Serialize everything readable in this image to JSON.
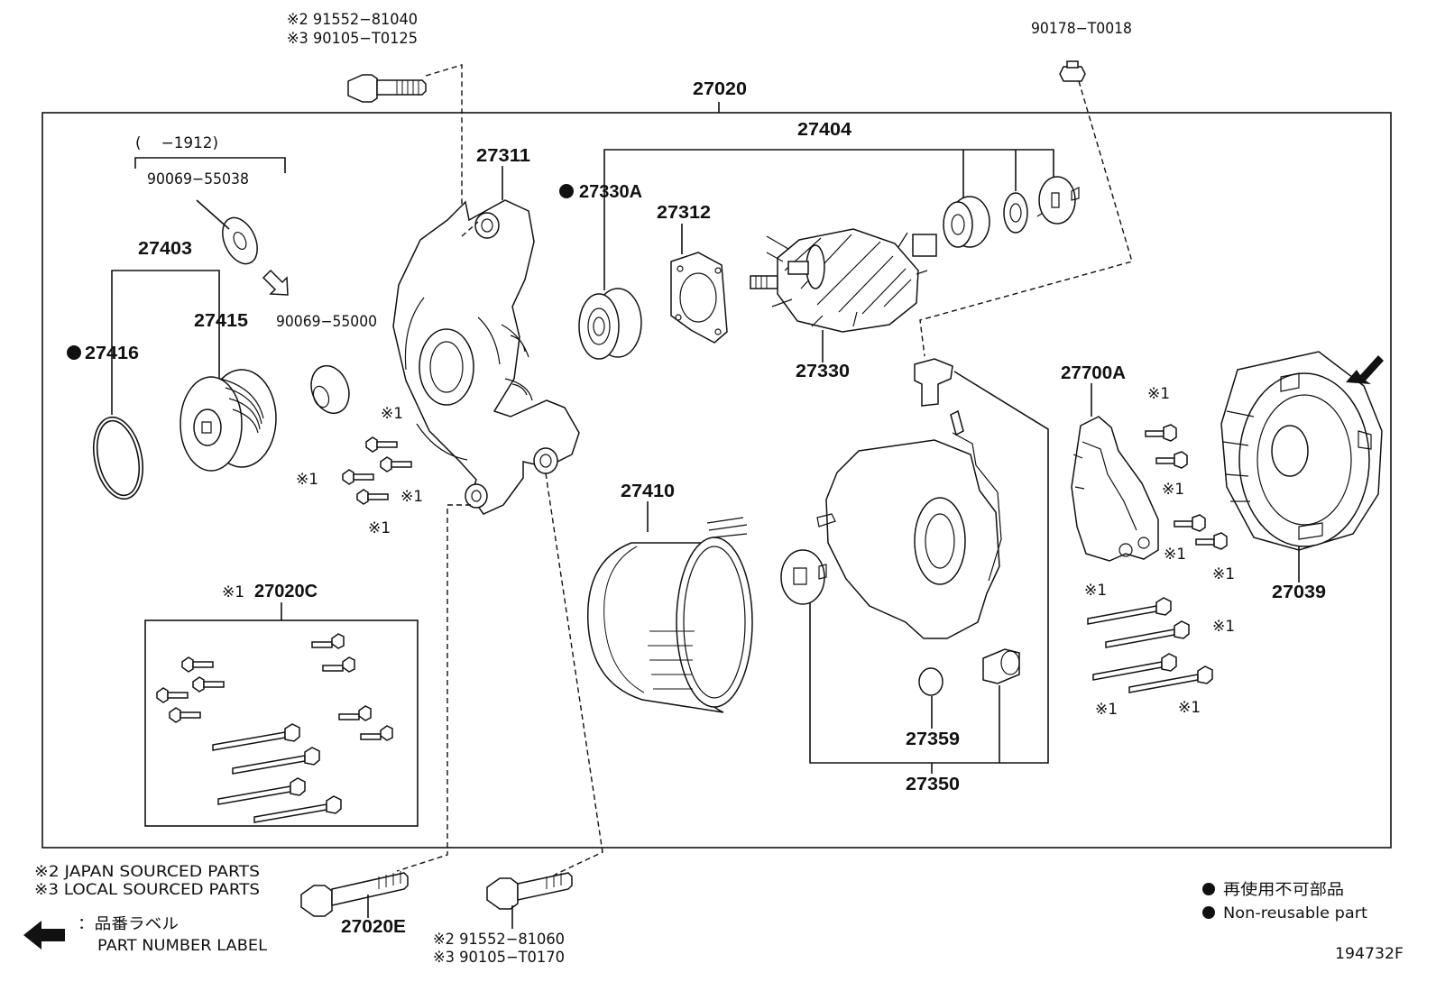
{
  "labels": {
    "top_bolt_l1": "※2 91552−81040",
    "top_bolt_l2": "※3 90105−T0125",
    "nut_top": "90178−T0018",
    "assy": "27020",
    "rotor_group": "27404",
    "range_note": "(　 −1912)",
    "washer1": "90069−55038",
    "pulley_group": "27403",
    "pulley": "27415",
    "spacer": "90069−55000",
    "cover_ring": "27416",
    "frame": "27311",
    "bearing_front": "27330A",
    "retainer": "27312",
    "rotor": "27330",
    "stator": "27410",
    "regulator": "27700A",
    "rear_cover": "27039",
    "bolt_kit": "27020C",
    "rear_frame": "27359",
    "rear_frame_group": "27350",
    "bolt_bottom_left": "27020E",
    "bot_bolt_l1": "※2 91552−81060",
    "bot_bolt_l2": "※3 90105−T0170",
    "fig_code": "194732F"
  },
  "marks": {
    "x1": "※1"
  },
  "legend": {
    "japan": "※2 JAPAN SOURCED PARTS",
    "local": "※3 LOCAL SOURCED PARTS",
    "label_jp": "：品番ラベル",
    "label_en": "PART NUMBER LABEL",
    "nonreuse_jp": "再使用不可部品",
    "nonreuse_en": "Non-reusable part"
  },
  "colors": {
    "ink": "#111111",
    "paper": "#ffffff"
  },
  "icons": {
    "non_reusable": "filled-circle-icon",
    "label_pointer": "arrow-left-icon",
    "label_position": "arrow-down-left-icon"
  }
}
